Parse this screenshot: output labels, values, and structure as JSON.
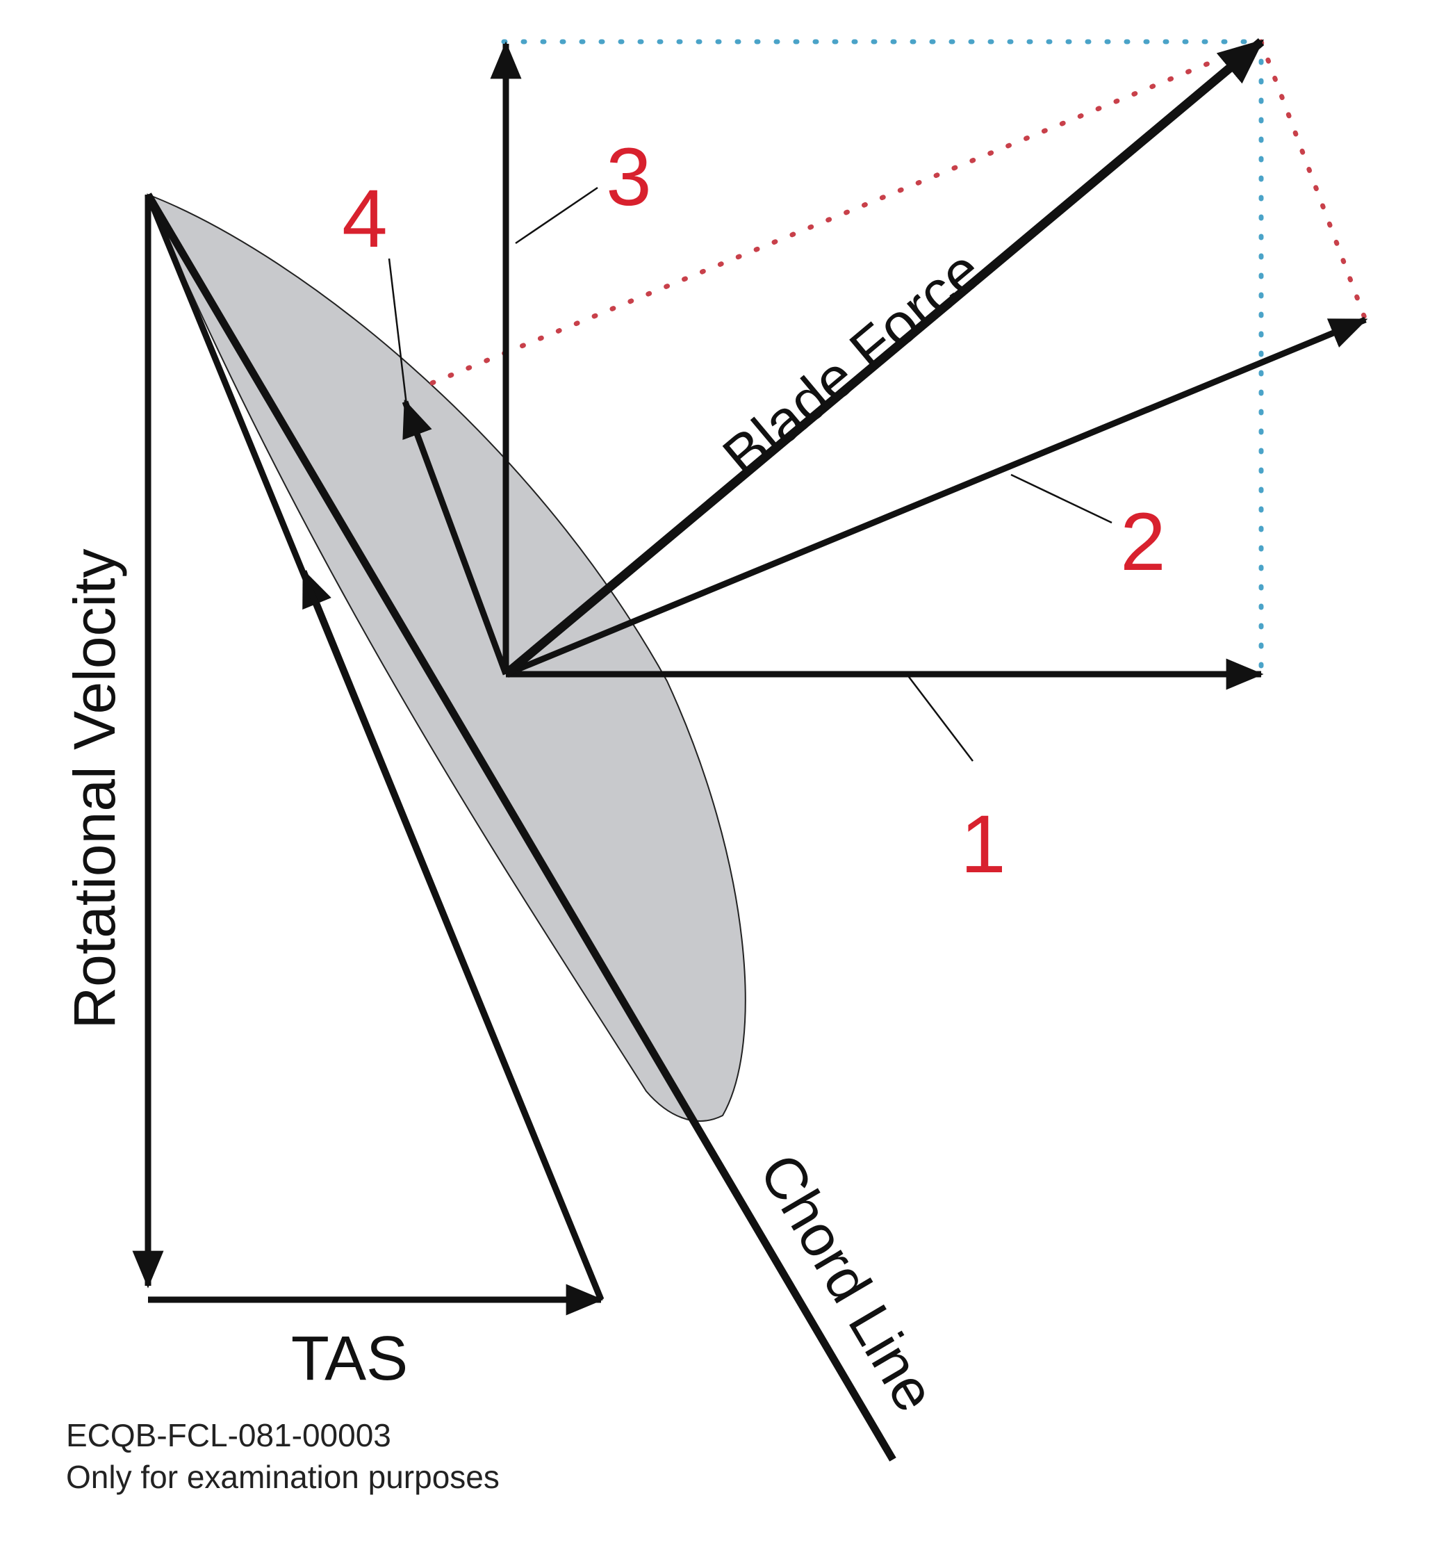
{
  "labels": {
    "rotational_velocity": "Rotational Velocity",
    "tas": "TAS",
    "chord_line": "Chord Line",
    "blade_force": "Blade Force"
  },
  "markers": [
    "1",
    "2",
    "3",
    "4"
  ],
  "footer": {
    "code": "ECQB-FCL-081-00003",
    "note": "Only for examination purposes"
  },
  "colors": {
    "ink": "#111111",
    "blade_fill": "#c8c9cc",
    "marker_red": "#d8212e",
    "dotted_blue": "#4aa3c8",
    "dotted_red": "#c8404a"
  }
}
